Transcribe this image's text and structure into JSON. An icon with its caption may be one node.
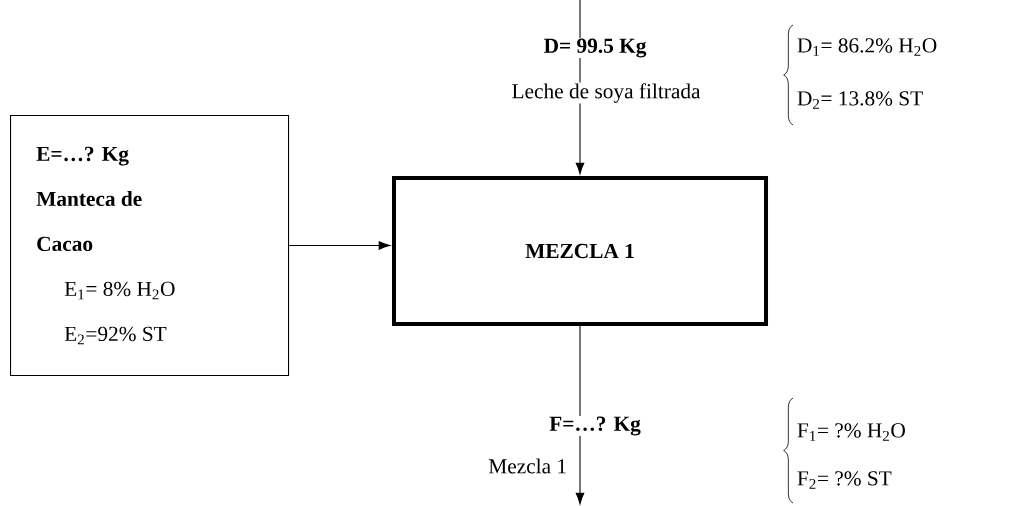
{
  "diagram": {
    "nodes": [
      {
        "text": [
          "E=…? Kg",
          "Manteca de Cacao",
          "E$_{1}$= 8% H$_{2}$O",
          "E$_{2}$=92% ST"
        ]
      },
      {
        "text": [
          "MEZCLA 1"
        ]
      }
    ],
    "edges": [
      {
        "from": 0,
        "to": 1,
        "arrow": "to"
      },
      {
        "from": null,
        "to": 1,
        "arrow": "to"
      },
      {
        "from": 1,
        "to": null,
        "arrow": "to"
      }
    ],
    "labels": [
      "D= 99.5 Kg",
      "Leche de soya filtrada",
      "D$_{1}$= 86.2% H$_{2}$O",
      "D$_{2}$= 13.8% ST",
      "F=…? Kg",
      "Mezcla 1",
      "F$_{1}$= ?% H$_{2}$O",
      "F$_{2}$= ?% ST"
    ]
  }
}
